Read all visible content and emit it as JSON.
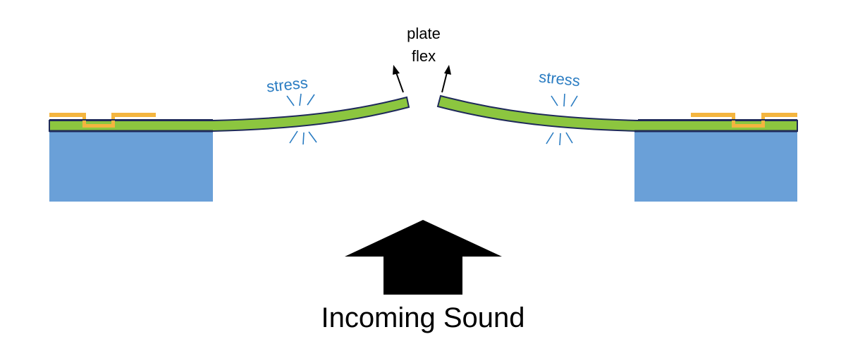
{
  "labels": {
    "plate_flex_line1": "plate",
    "plate_flex_line2": "flex",
    "stress_left": "stress",
    "stress_right": "stress",
    "incoming_sound": "Incoming Sound"
  },
  "colors": {
    "substrate": "#6aa0d8",
    "plate": "#8cc63f",
    "outline": "#1f2a5a",
    "electrode": "#f4b53f",
    "stress": "#2a7cc2",
    "arrow": "#000000",
    "text": "#000000"
  }
}
